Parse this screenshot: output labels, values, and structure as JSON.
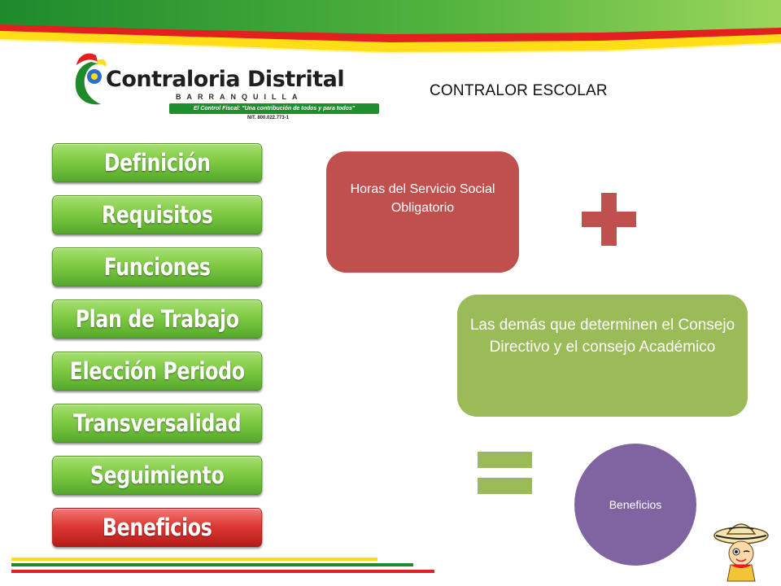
{
  "header": {
    "logo": {
      "name": "Contraloria Distrital",
      "city": "BARRANQUILLA",
      "slogan": "El Control Fiscal: \"Una contribución de todos y para todos\"",
      "nit": "NIT. 800.022.773-1"
    },
    "title": "CONTRALOR ESCOLAR"
  },
  "menu": {
    "items": [
      {
        "label": "Definición",
        "active": false
      },
      {
        "label": "Requisitos",
        "active": false
      },
      {
        "label": "Funciones",
        "active": false
      },
      {
        "label": "Plan de Trabajo",
        "active": false
      },
      {
        "label": "Elección Periodo",
        "active": false
      },
      {
        "label": "Transversalidad",
        "active": false
      },
      {
        "label": "Seguimiento",
        "active": false
      },
      {
        "label": "Beneficios",
        "active": true
      }
    ]
  },
  "diagram": {
    "box_1": "Horas del Servicio Social Obligatorio",
    "operator_1": "plus",
    "box_2": "Las demás que determinen el Consejo Directivo y el consejo Académico",
    "operator_2": "equals",
    "result": "Beneficios"
  },
  "colors": {
    "box_1": "#c0504d",
    "box_2": "#9bbb59",
    "result": "#8064a2",
    "menu_green": "#7fcb45",
    "menu_active": "#df3a35",
    "operator": "#c0504d"
  },
  "icons": [
    "logo-bird-icon",
    "plus-icon",
    "equals-icon",
    "mascot-icon"
  ]
}
